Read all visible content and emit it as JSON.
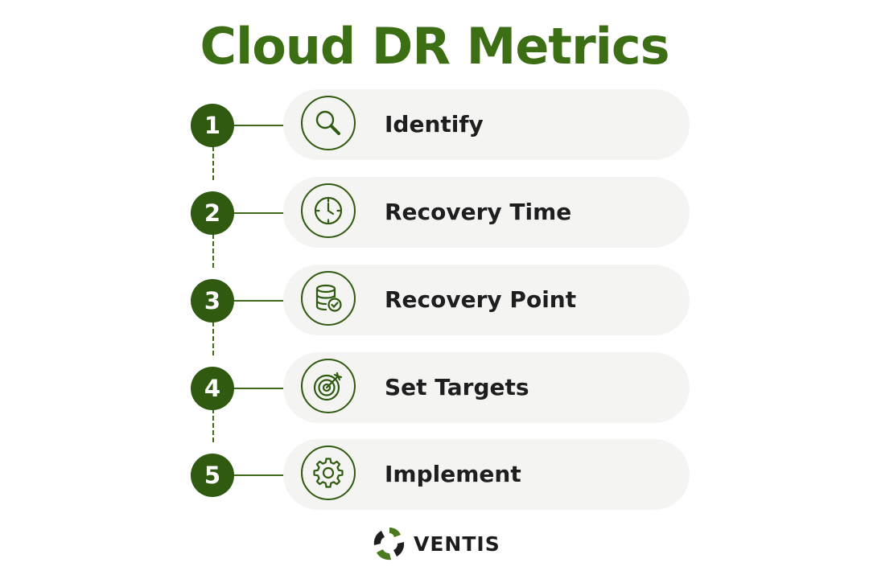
{
  "title": "Cloud DR Metrics",
  "steps": [
    {
      "number": "1",
      "label": "Identify",
      "icon": "magnifying-glass-icon"
    },
    {
      "number": "2",
      "label": "Recovery Time",
      "icon": "clock-icon"
    },
    {
      "number": "3",
      "label": "Recovery Point",
      "icon": "database-check-icon"
    },
    {
      "number": "4",
      "label": "Set Targets",
      "icon": "target-arrow-icon"
    },
    {
      "number": "5",
      "label": "Implement",
      "icon": "gear-icon"
    }
  ],
  "brand": {
    "name": "VENTIS",
    "logo": "ventis-logo-icon"
  },
  "colors": {
    "title": "#3c6e14",
    "badge": "#2f5a10",
    "card": "#f4f4f2",
    "text": "#1e1e1e"
  }
}
